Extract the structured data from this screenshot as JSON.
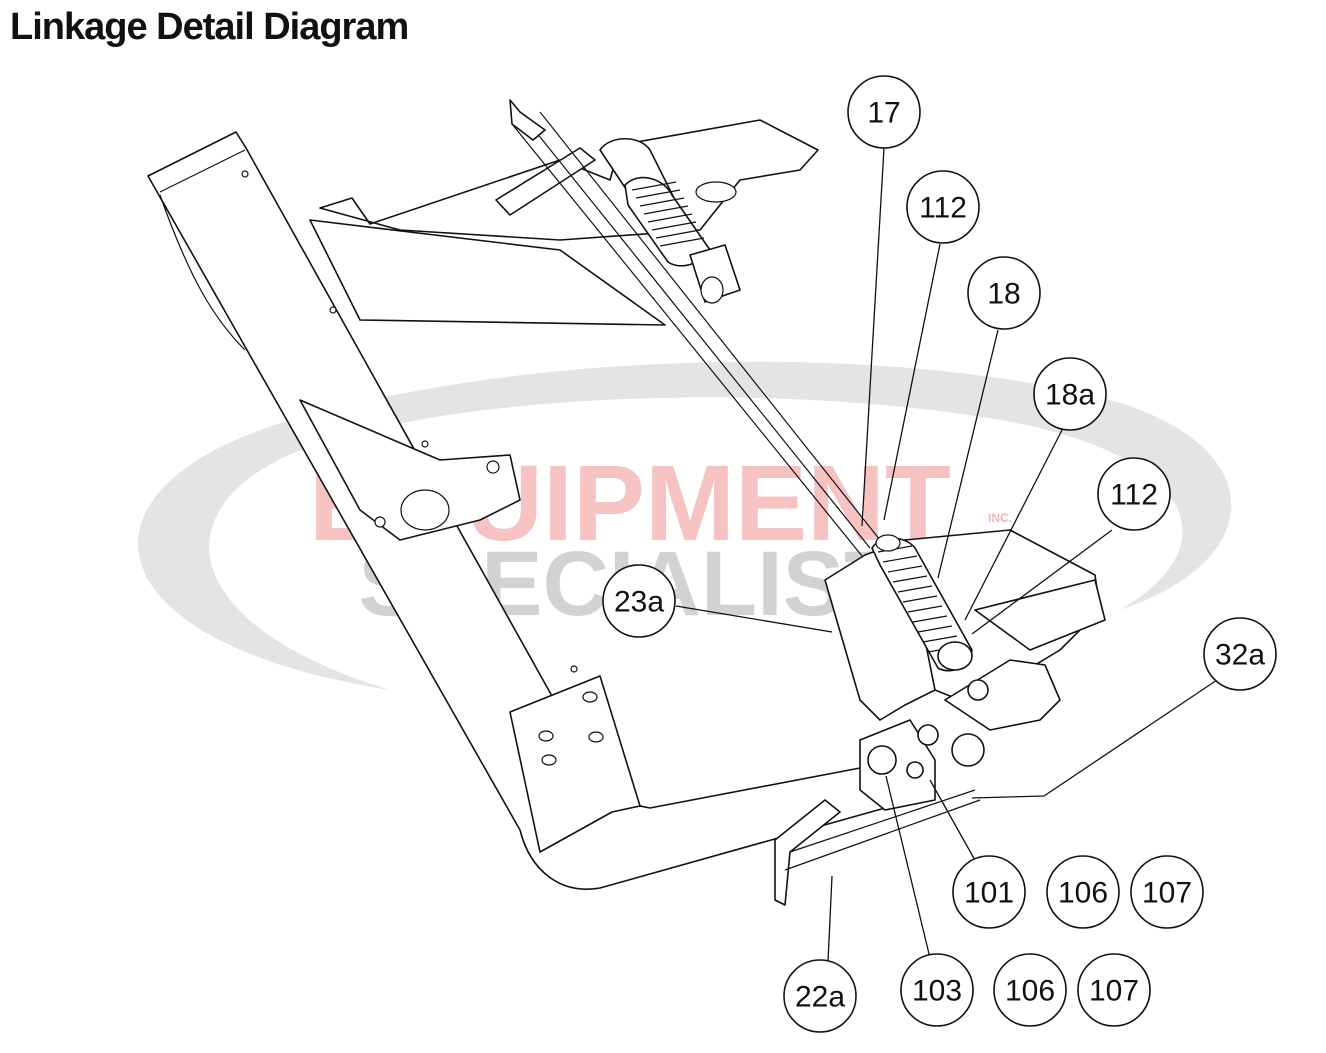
{
  "title": "Linkage Detail Diagram",
  "watermark": {
    "line1": "EQUIPMENT",
    "line2": "SPECIALISTS",
    "inc": "INC.",
    "colors": {
      "swoosh": "#d8d8d8",
      "line1": "#f4b4b4",
      "line2": "#c8c8c8"
    }
  },
  "callouts": [
    {
      "id": "17",
      "label": "17"
    },
    {
      "id": "112-top",
      "label": "112"
    },
    {
      "id": "18",
      "label": "18"
    },
    {
      "id": "18a",
      "label": "18a"
    },
    {
      "id": "112-right",
      "label": "112"
    },
    {
      "id": "23a",
      "label": "23a"
    },
    {
      "id": "32a",
      "label": "32a"
    },
    {
      "id": "101",
      "label": "101"
    },
    {
      "id": "106-upper",
      "label": "106"
    },
    {
      "id": "107-upper",
      "label": "107"
    },
    {
      "id": "22a",
      "label": "22a"
    },
    {
      "id": "103",
      "label": "103"
    },
    {
      "id": "106-lower",
      "label": "106"
    },
    {
      "id": "107-lower",
      "label": "107"
    }
  ]
}
